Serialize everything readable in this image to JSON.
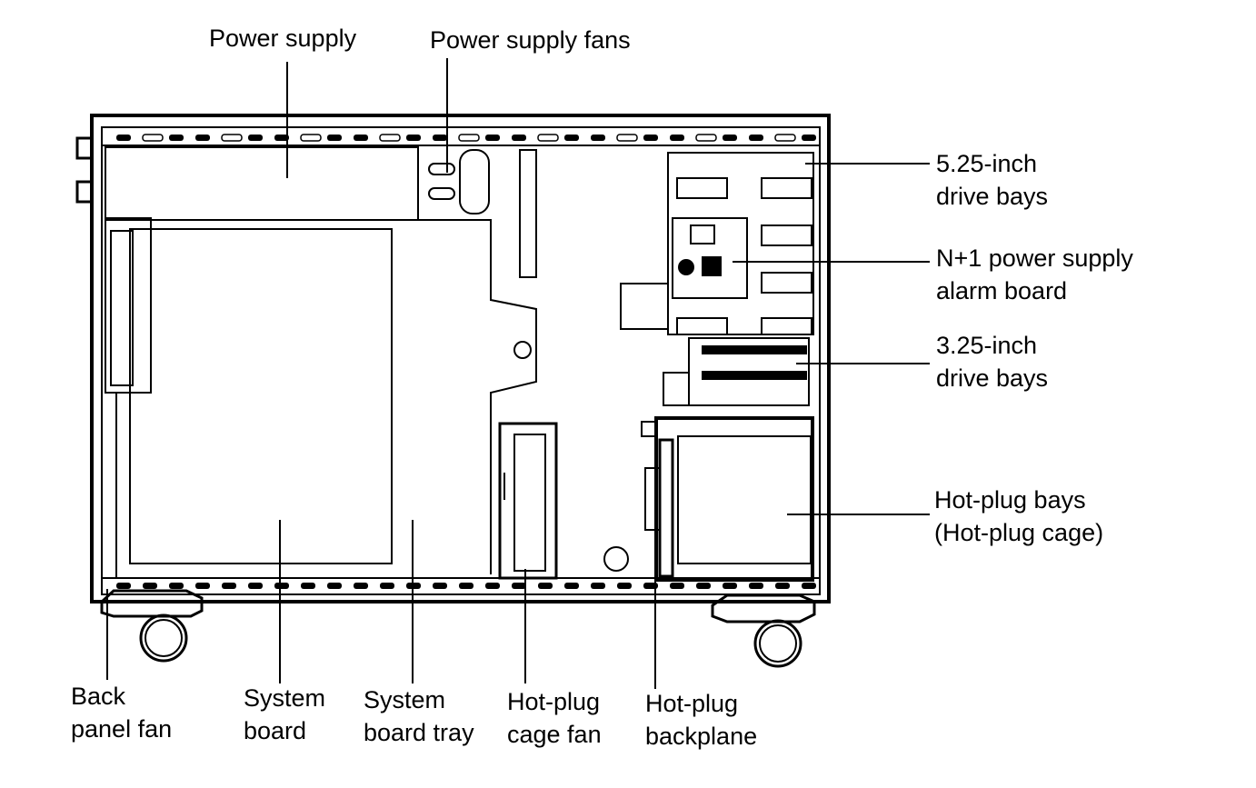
{
  "labels": {
    "power_supply": "Power supply",
    "power_supply_fans": "Power supply fans",
    "bays_525": [
      "5.25-inch",
      "drive bays"
    ],
    "alarm_board": [
      "N+1 power supply",
      "alarm board"
    ],
    "bays_325": [
      "3.25-inch",
      "drive bays"
    ],
    "hot_plug_bays": [
      "Hot-plug bays",
      "(Hot-plug cage)"
    ],
    "back_panel_fan": [
      "Back",
      "panel fan"
    ],
    "system_board": [
      "System",
      "board"
    ],
    "system_board_tray": [
      "System",
      "board tray"
    ],
    "hot_plug_cage_fan": [
      "Hot-plug",
      "cage fan"
    ],
    "hot_plug_backplane": [
      "Hot-plug",
      "backplane"
    ]
  },
  "colors": {
    "ink": "#000000",
    "paper": "#ffffff"
  }
}
